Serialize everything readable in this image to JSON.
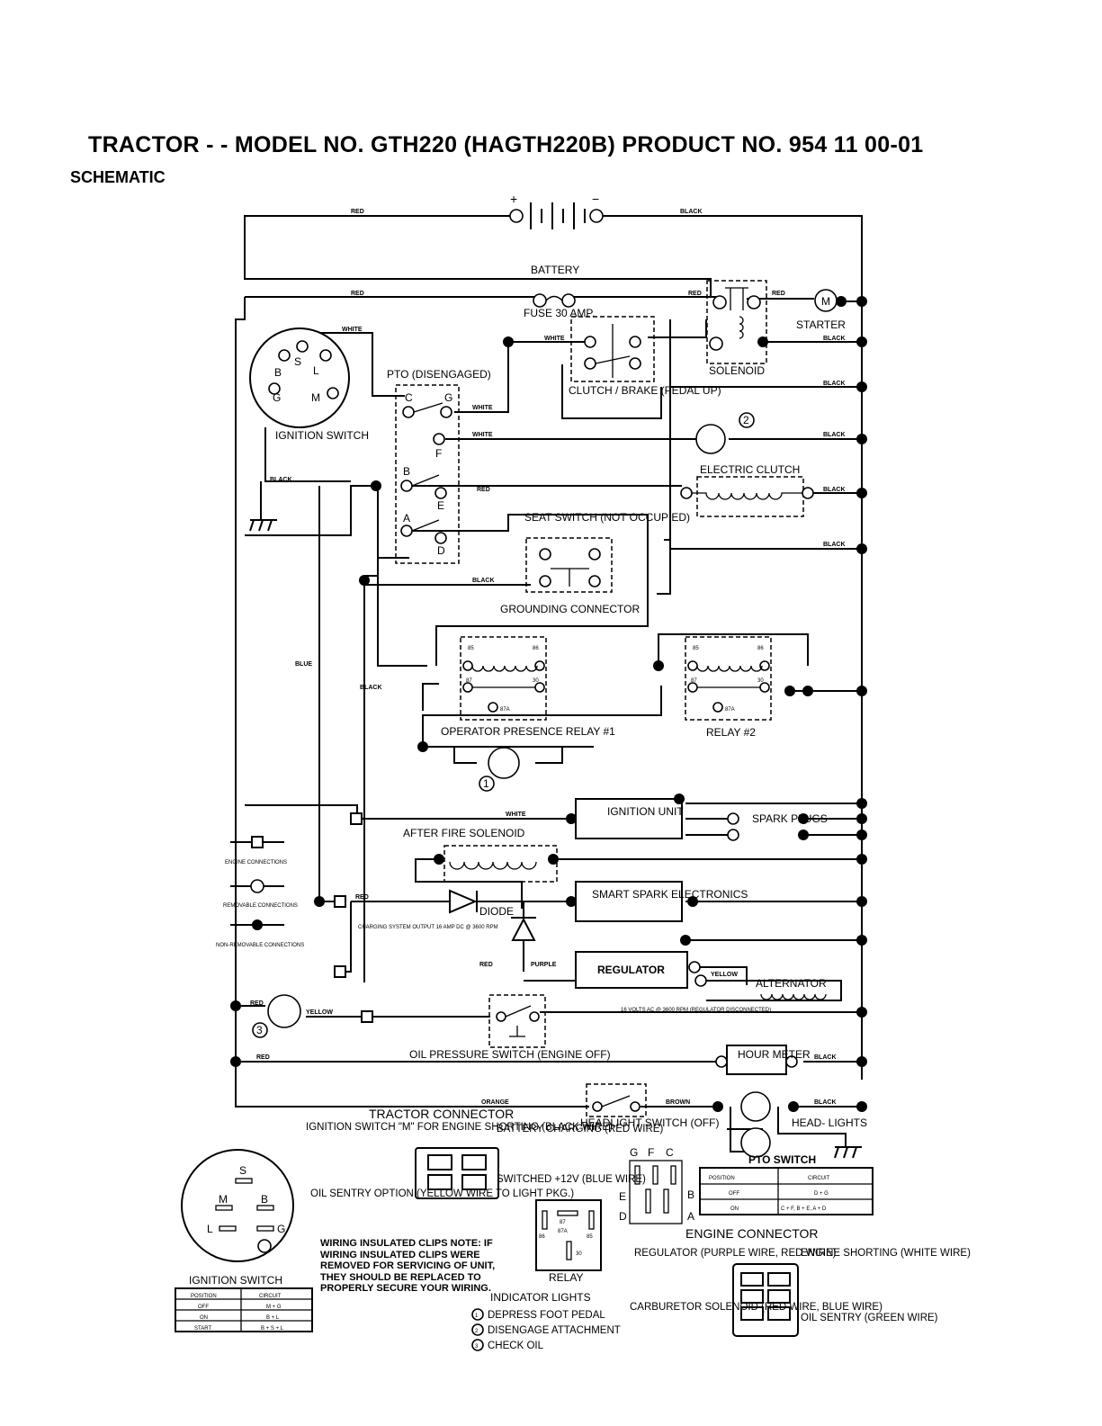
{
  "title": "TRACTOR - - MODEL NO. GTH220 (HAGTH220B) PRODUCT NO. 954 11 00-01",
  "subtitle": "SCHEMATIC",
  "components": {
    "battery": "BATTERY",
    "battery_plus": "+",
    "battery_minus": "−",
    "fuse": "FUSE 30 AMP.",
    "starter": "STARTER",
    "starter_m": "M",
    "solenoid": "SOLENOID",
    "ignition_switch": "IGNITION SWITCH",
    "pto_disengaged": "PTO (DISENGAGED)",
    "clutch_brake": "CLUTCH / BRAKE (PEDAL UP)",
    "electric_clutch": "ELECTRIC CLUTCH",
    "seat_switch": "SEAT SWITCH (NOT OCCUPIED)",
    "grounding_connector": "GROUNDING CONNECTOR",
    "operator_relay": "OPERATOR PRESENCE RELAY #1",
    "relay2": "RELAY #2",
    "ignition_unit": "IGNITION UNIT",
    "spark_plugs": "SPARK PLUGS",
    "after_fire": "AFTER FIRE SOLENOID",
    "smart_spark": "SMART SPARK ELECTRONICS",
    "diode": "DIODE",
    "regulator": "REGULATOR",
    "alternator": "ALTERNATOR",
    "oil_pressure": "OIL PRESSURE SWITCH (ENGINE OFF)",
    "hour_meter": "HOUR METER",
    "headlight_switch": "HEADLIGHT SWITCH (OFF)",
    "head_lights": "HEAD- LIGHTS",
    "charging_output": "CHARGING SYSTEM OUTPUT 16 AMP DC @ 3600 RPM",
    "alternator_output": "16 VOLTS AC @ 3600 RPM (REGULATOR DISCONNECTED)"
  },
  "terminals": {
    "ign": [
      "B",
      "S",
      "L",
      "G",
      "M"
    ],
    "pto": [
      "C",
      "G",
      "F",
      "B",
      "E",
      "A",
      "D"
    ],
    "relay": [
      "85",
      "86",
      "87",
      "30",
      "87A"
    ]
  },
  "wires": {
    "red": "RED",
    "black": "BLACK",
    "white": "WHITE",
    "blue": "BLUE",
    "yellow": "YELLOW",
    "purple": "PURPLE",
    "orange": "ORANGE",
    "brown": "BROWN"
  },
  "indicator_markers": [
    "1",
    "2",
    "3"
  ],
  "legend": {
    "engine": "ENGINE CONNECTIONS",
    "removable": "REMOVABLE CONNECTIONS",
    "non_removable": "NON-REMOVABLE CONNECTIONS"
  },
  "tractor_connector": {
    "title": "TRACTOR CONNECTOR",
    "ign_shorting": "IGNITION SWITCH \"M\" FOR ENGINE SHORTING (BLACK WIRE)",
    "battery_charging": "BATTERY CHARGING (RED WIRE)",
    "oil_sentry": "OIL SENTRY OPTION (YELLOW WIRE TO LIGHT PKG.)",
    "switched": "SWITCHED +12V (BLUE WIRE)"
  },
  "ignition_table": {
    "title": "IGNITION SWITCH",
    "headers": [
      "POSITION",
      "CIRCUIT"
    ],
    "rows": [
      [
        "OFF",
        "M + G"
      ],
      [
        "ON",
        "B + L"
      ],
      [
        "START",
        "B + S + L"
      ]
    ]
  },
  "pto_table": {
    "title": "PTO SWITCH",
    "headers": [
      "POSITION",
      "CIRCUIT"
    ],
    "rows": [
      [
        "OFF",
        "D + G"
      ],
      [
        "ON",
        "C + F, B + E, A + D"
      ]
    ],
    "letters": [
      "G",
      "F",
      "C",
      "E",
      "B",
      "D",
      "A"
    ]
  },
  "relay_pins": {
    "title": "RELAY",
    "pins": [
      "87",
      "87A",
      "86",
      "85",
      "30"
    ]
  },
  "wiring_note": "WIRING INSULATED CLIPS NOTE: IF WIRING INSULATED CLIPS WERE REMOVED FOR SERVICING OF UNIT, THEY SHOULD BE REPLACED TO PROPERLY SECURE YOUR WIRING.",
  "indicator_lights": {
    "title": "INDICATOR LIGHTS",
    "items": [
      "DEPRESS FOOT PEDAL",
      "DISENGAGE ATTACHMENT",
      "CHECK OIL"
    ]
  },
  "engine_connector": {
    "title": "ENGINE CONNECTOR",
    "regulator": "REGULATOR (PURPLE WIRE, RED WIRE)",
    "engine_shorting": "ENGINE SHORTING (WHITE WIRE)",
    "carburetor": "CARBURETOR SOLENOID (RED WIRE, BLUE WIRE)",
    "oil_sentry": "OIL SENTRY (GREEN WIRE)"
  }
}
